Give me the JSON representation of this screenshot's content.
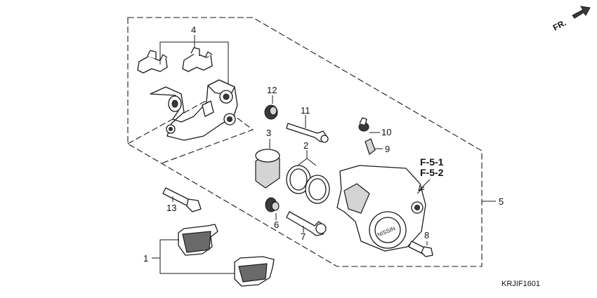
{
  "diagram": {
    "direction_label": "FR.",
    "reference_labels": [
      "F-5-1",
      "F-5-2"
    ],
    "drawing_code": "KRJIF1601",
    "caliper_marking": "NISSIN",
    "callouts": {
      "c1": "1",
      "c2": "2",
      "c3": "3",
      "c4": "4",
      "c5": "5",
      "c6": "6",
      "c7": "7",
      "c8": "8",
      "c9": "9",
      "c10": "10",
      "c11": "11",
      "c12": "12",
      "c13": "13"
    }
  }
}
